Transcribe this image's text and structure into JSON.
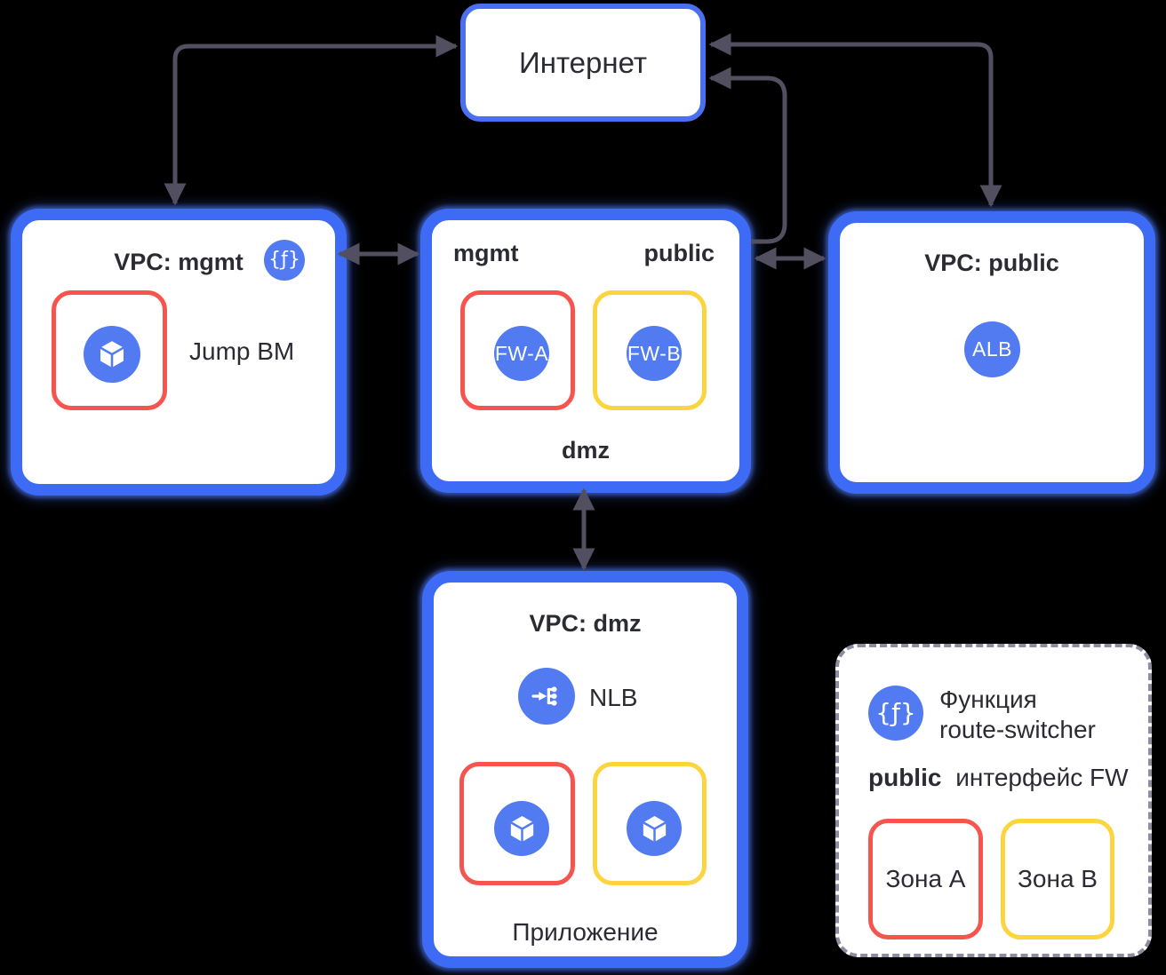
{
  "colors": {
    "background": "#000000",
    "box_fill": "#ffffff",
    "vpc_border": "#3D6BF5",
    "internet_border": "#4A6FF0",
    "icon_blue": "#527BF2",
    "zone_a_red": "#F5544F",
    "zone_b_yellow": "#FBD43F",
    "arrow": "#525060",
    "text": "#2B2B33",
    "legend_dash": "#8D8DA0"
  },
  "internet": {
    "label": "Интернет"
  },
  "vpc_mgmt": {
    "title": "VPC: mgmt",
    "function_icon_glyph": "{ƒ}",
    "jump_vm_label": "Jump ВМ"
  },
  "fw_block": {
    "subnet_left": "mgmt",
    "subnet_right": "public",
    "subnet_bottom": "dmz",
    "fw_a_label": "FW-A",
    "fw_b_label": "FW-B"
  },
  "vpc_public": {
    "title": "VPC: public",
    "alb_label": "ALB"
  },
  "vpc_dmz": {
    "title": "VPC: dmz",
    "nlb_label": "NLB",
    "app_label": "Приложение"
  },
  "legend": {
    "function_icon_glyph": "{ƒ}",
    "function_line1": "Функция",
    "function_line2": "route-switcher",
    "interface_bold": "public",
    "interface_rest": "интерфейс FW",
    "zone_a_label": "Зона A",
    "zone_b_label": "Зона B"
  }
}
